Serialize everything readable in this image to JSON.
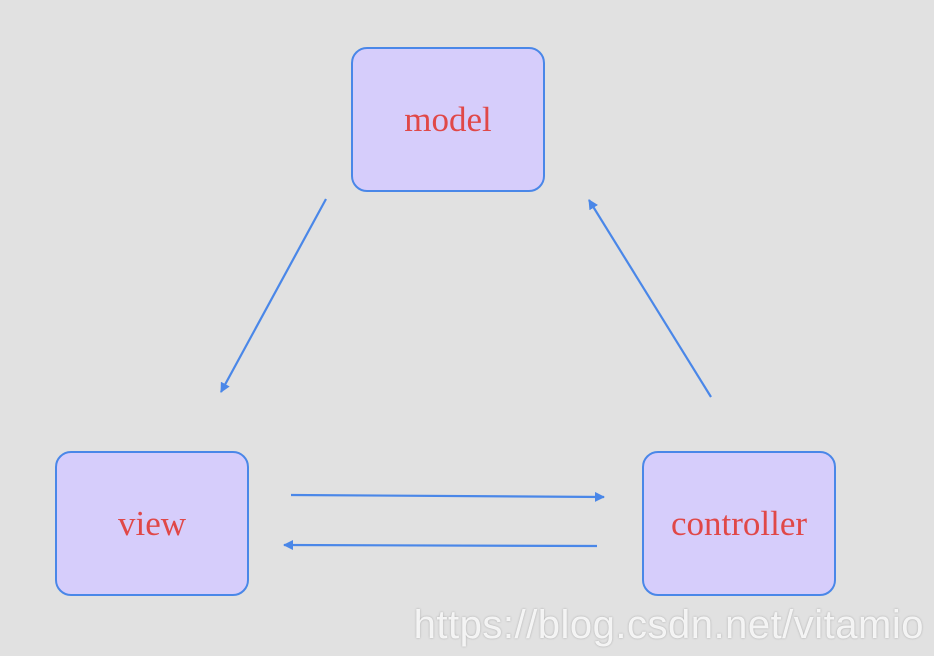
{
  "nodes": {
    "model": "model",
    "view": "view",
    "controller": "controller"
  },
  "arrows": [
    {
      "from": "model",
      "to": "view"
    },
    {
      "from": "view",
      "to": "controller"
    },
    {
      "from": "controller",
      "to": "view"
    },
    {
      "from": "controller",
      "to": "model"
    }
  ],
  "watermark": "https://blog.csdn.net/vitamio",
  "colors": {
    "background": "#e1e1e1",
    "node_fill": "#d6cdfb",
    "node_border": "#4a87e8",
    "node_text": "#e04848",
    "arrow": "#4a87e8"
  }
}
